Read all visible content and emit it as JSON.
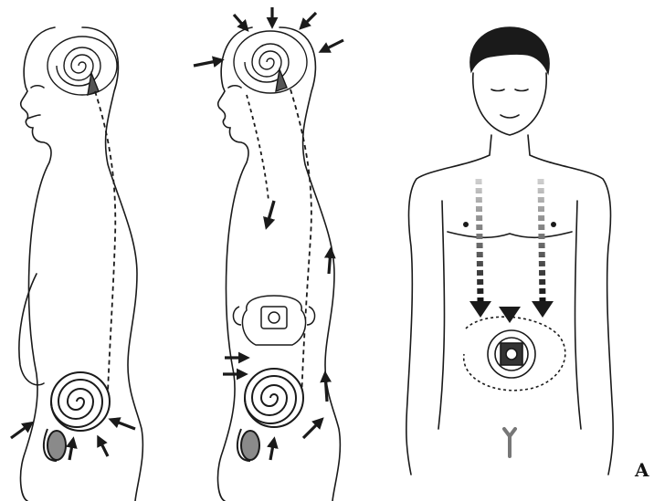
{
  "figure": {
    "panel_label": "A",
    "colors": {
      "ink": "#1a1a1a",
      "paper": "#ffffff",
      "gland_fill": "#8a8a8a",
      "fade_start": "#bdbdbd"
    },
    "panels": [
      {
        "id": "left",
        "subject": "profile-figure",
        "features": [
          "brain-spiral",
          "dotted-spine-channel",
          "lower-abdomen-spiral",
          "arrows-into-pelvis"
        ]
      },
      {
        "id": "middle",
        "subject": "profile-figure",
        "features": [
          "arrows-into-crown",
          "brain-spiral",
          "dotted-front-and-back-channels",
          "pot-vessel-navel",
          "lower-abdomen-spiral",
          "arrows-up-spine"
        ]
      },
      {
        "id": "right",
        "subject": "front-figure",
        "features": [
          "face-eyes-closed",
          "three-dashed-arrows-down",
          "navel-swirl-mandala"
        ]
      }
    ]
  }
}
